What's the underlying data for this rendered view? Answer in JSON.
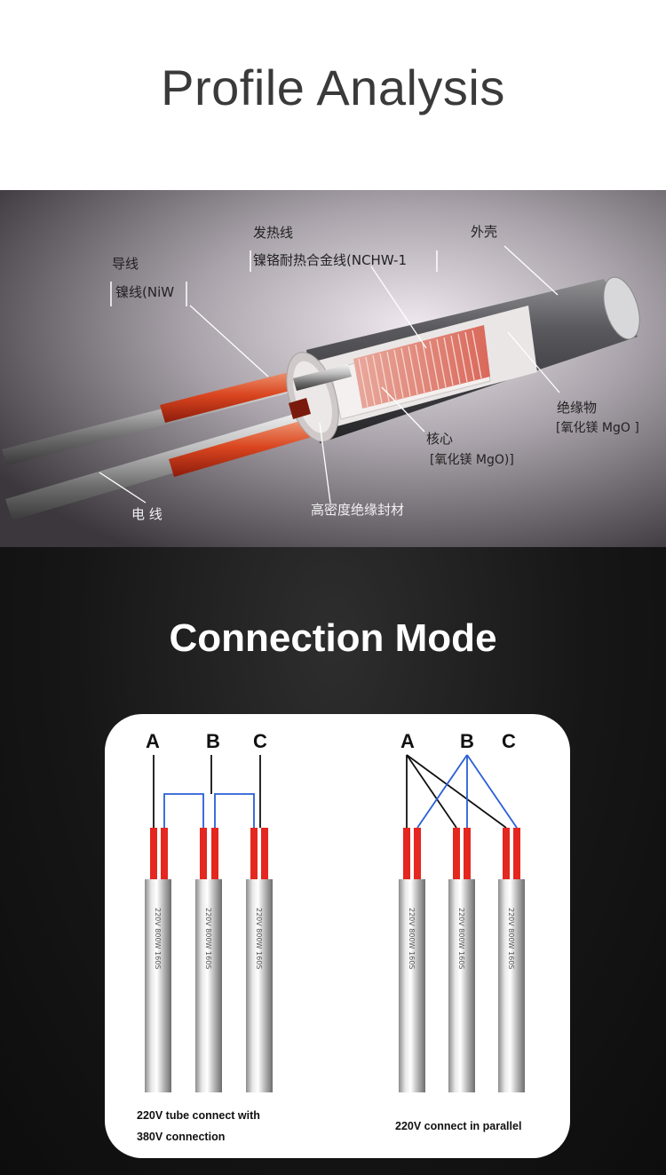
{
  "profile": {
    "title": "Profile Analysis",
    "labels": {
      "heating_wire_title": "发热线",
      "heating_wire_desc": "镍铬耐热合金线(NCHW-1",
      "shell": "外壳",
      "lead_title": "导线",
      "lead_desc": "镍线(NiW",
      "insulation_title": "绝缘物",
      "insulation_desc": "[氧化镁 MgO ]",
      "core_title": "核心",
      "core_desc": "[氧化镁 MgO)]",
      "wire": "电 线",
      "seal": "高密度绝缘封材"
    }
  },
  "connection": {
    "title": "Connection Mode",
    "left": {
      "letters": [
        "A",
        "B",
        "C"
      ],
      "rod_text": "220V 800W 160S",
      "caption_line1": "220V tube connect with",
      "caption_line2": "380V connection"
    },
    "right": {
      "letters": [
        "A",
        "B",
        "C"
      ],
      "rod_text": "220V 800W 160S",
      "caption": "220V connect in parallel"
    },
    "colors": {
      "wire_blue": "#2a5fd6",
      "wire_black": "#111111",
      "insulation_red": "#e4271f"
    }
  }
}
